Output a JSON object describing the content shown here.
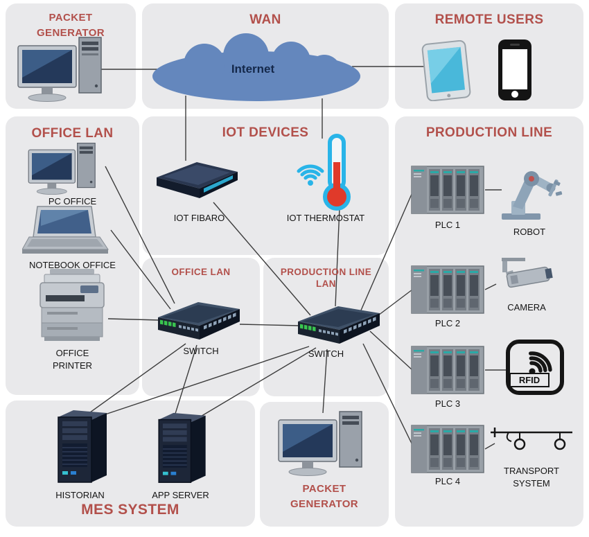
{
  "colors": {
    "title_red": "#b2504b",
    "panel_bg": "#e9e9eb",
    "cloud_blue": "#6487bd",
    "wire": "#3c3c3c",
    "label_black": "#141414"
  },
  "packet_generator_top": {
    "title_line1": "PACKET",
    "title_line2": "GENERATOR"
  },
  "wan": {
    "title": "WAN",
    "cloud_label": "Internet"
  },
  "remote_users": {
    "title": "REMOTE USERS"
  },
  "office_lan": {
    "title": "OFFICE LAN",
    "pc_label": "PC OFFICE",
    "notebook_label": "NOTEBOOK OFFICE",
    "printer_label_line1": "OFFICE",
    "printer_label_line2": "PRINTER"
  },
  "iot_devices": {
    "title": "IOT DEVICES",
    "fibaro_label": "IOT FIBARO",
    "thermostat_label": "IOT THERMOSTAT"
  },
  "office_lan_switch": {
    "title": "OFFICE LAN",
    "switch_label": "SWITCH"
  },
  "production_line_lan_switch": {
    "title_line1": "PRODUCTION LINE",
    "title_line2": "LAN",
    "switch_label": "SWITCH"
  },
  "production_line": {
    "title": "PRODUCTION LINE",
    "plc1_label": "PLC 1",
    "robot_label": "ROBOT",
    "plc2_label": "PLC 2",
    "camera_label": "CAMERA",
    "plc3_label": "PLC 3",
    "rfid_label": "RFID",
    "plc4_label": "PLC 4",
    "transport_label_line1": "TRANSPORT",
    "transport_label_line2": "SYSTEM"
  },
  "mes_system": {
    "title": "MES SYSTEM",
    "historian_label": "HISTORIAN",
    "app_server_label": "APP SERVER"
  },
  "packet_generator_bottom": {
    "title_line1": "PACKET",
    "title_line2": "GENERATOR"
  }
}
